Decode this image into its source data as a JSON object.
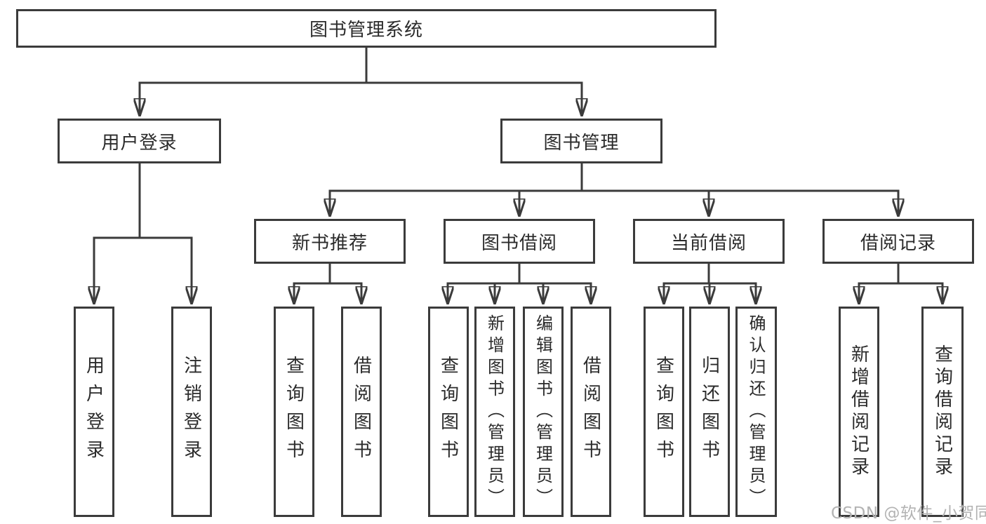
{
  "colors": {
    "line": "#3b3b3b",
    "text": "#2b2b2b",
    "background": "#ffffff",
    "watermark": "#b3b3b3"
  },
  "watermark": "CSDN @软件_小贺同学",
  "tree": {
    "root": {
      "label": "图书管理系统"
    },
    "branches": [
      {
        "label": "用户登录",
        "children": [
          {
            "label": "用户登录"
          },
          {
            "label": "注销登录"
          }
        ]
      },
      {
        "label": "图书管理",
        "children": [
          {
            "label": "新书推荐",
            "children": [
              {
                "label": "查询图书"
              },
              {
                "label": "借阅图书"
              }
            ]
          },
          {
            "label": "图书借阅",
            "children": [
              {
                "label": "查询图书"
              },
              {
                "label": "新增图书（管理员）"
              },
              {
                "label": "编辑图书（管理员）"
              },
              {
                "label": "借阅图书"
              }
            ]
          },
          {
            "label": "当前借阅",
            "children": [
              {
                "label": "查询图书"
              },
              {
                "label": "归还图书"
              },
              {
                "label": "确认归还（管理员）"
              }
            ]
          },
          {
            "label": "借阅记录",
            "children": [
              {
                "label": "新增借阅记录"
              },
              {
                "label": "查询借阅记录"
              }
            ]
          }
        ]
      }
    ]
  }
}
